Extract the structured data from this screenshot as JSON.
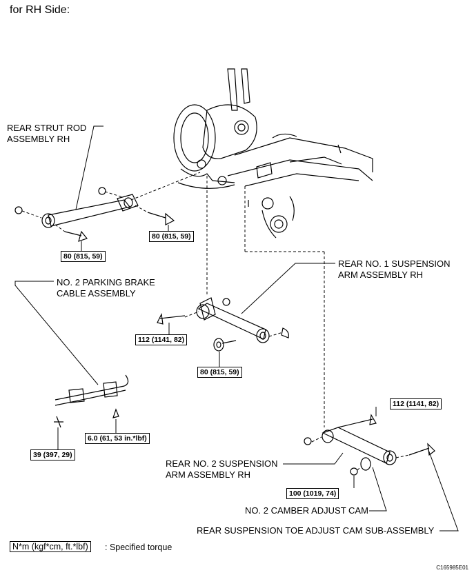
{
  "header": "for RH Side:",
  "labels": {
    "strut_rod": "REAR STRUT ROD\nASSEMBLY RH",
    "no2_cable": "NO. 2 PARKING BRAKE\nCABLE ASSEMBLY",
    "no1_arm": "REAR NO. 1 SUSPENSION\nARM ASSEMBLY RH",
    "no2_arm": "REAR NO. 2 SUSPENSION\nARM ASSEMBLY RH",
    "camber_cam": "NO. 2 CAMBER ADJUST CAM",
    "toe_cam": "REAR SUSPENSION TOE ADJUST CAM SUB-ASSEMBLY"
  },
  "torques": {
    "strut_left": "80 (815, 59)",
    "strut_right": "80 (815, 59)",
    "no1_bolt": "112 (1141, 82)",
    "no1_washer": "80 (815, 59)",
    "cable_bolt": "39 (397, 29)",
    "cable_nut": "6.0 (61, 53 in.*lbf)",
    "no2_bolt": "112 (1141, 82)",
    "no2_nut": "100 (1019, 74)"
  },
  "legend": {
    "box": "N*m (kgf*cm, ft.*lbf)",
    "text": ": Specified torque"
  },
  "figure_code": "C165985E01"
}
